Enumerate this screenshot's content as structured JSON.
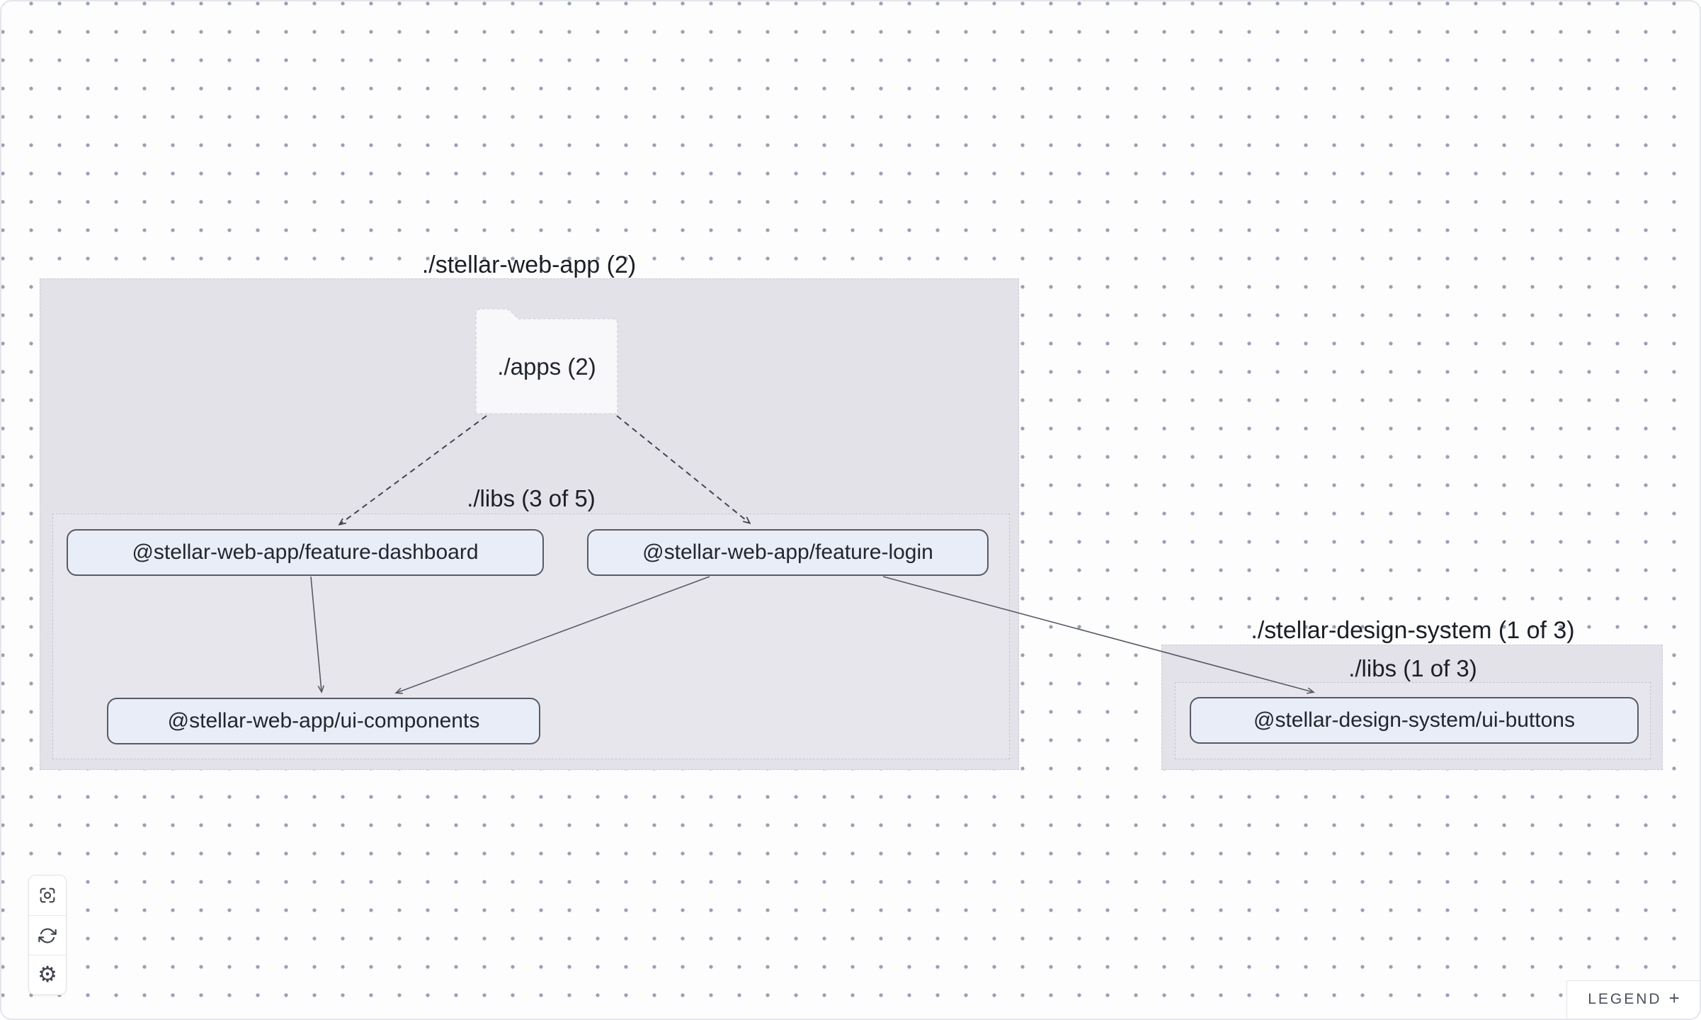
{
  "graph": {
    "groups": {
      "stellar_web_app": {
        "label": "./stellar-web-app (2)"
      },
      "web_app_libs": {
        "label": "./libs (3 of 5)"
      },
      "stellar_design_system": {
        "label": "./stellar-design-system (1 of 3)"
      },
      "design_system_libs": {
        "label": "./libs (1 of 3)"
      }
    },
    "folder": {
      "label": "./apps (2)"
    },
    "nodes": {
      "feature_dashboard": {
        "label": "@stellar-web-app/feature-dashboard"
      },
      "feature_login": {
        "label": "@stellar-web-app/feature-login"
      },
      "ui_components": {
        "label": "@stellar-web-app/ui-components"
      },
      "ui_buttons": {
        "label": "@stellar-design-system/ui-buttons"
      }
    },
    "edges": [
      {
        "source": "./apps",
        "target": "@stellar-web-app/feature-dashboard",
        "style": "dashed"
      },
      {
        "source": "./apps",
        "target": "@stellar-web-app/feature-login",
        "style": "dashed"
      },
      {
        "source": "@stellar-web-app/feature-dashboard",
        "target": "@stellar-web-app/ui-components",
        "style": "solid"
      },
      {
        "source": "@stellar-web-app/feature-login",
        "target": "@stellar-web-app/ui-components",
        "style": "solid"
      },
      {
        "source": "@stellar-web-app/feature-login",
        "target": "@stellar-design-system/ui-buttons",
        "style": "solid"
      }
    ]
  },
  "toolbar": {
    "buttons": [
      {
        "icon": "focus-icon"
      },
      {
        "icon": "refresh-icon"
      },
      {
        "icon": "settings-icon"
      }
    ]
  },
  "legend": {
    "label": "LEGEND",
    "expand": "+"
  },
  "colors": {
    "canvas_background": "#fdfdfe",
    "grid_dot": "#98a1b3",
    "group_fill": "#e4e2e9",
    "inner_group_fill": "#e8e6ed",
    "node_fill": "#e9edf8",
    "node_border": "#565b66",
    "folder_fill": "#f8f7fa",
    "edge_dashed": "#42464f",
    "edge_solid": "#565b65",
    "text": "#22262e"
  }
}
